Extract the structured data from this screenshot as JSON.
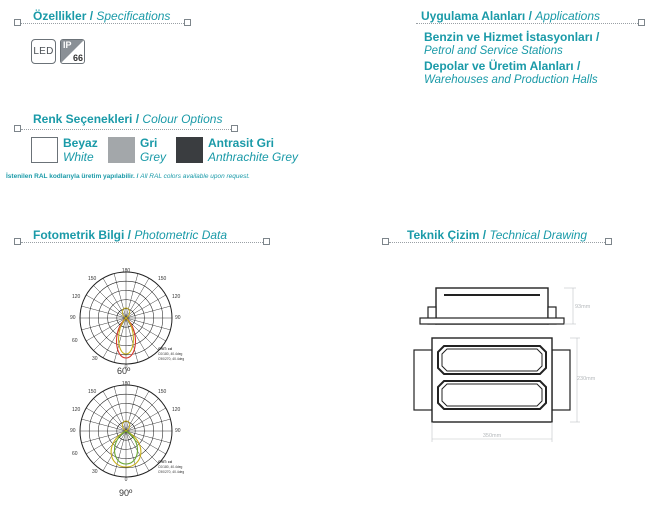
{
  "specs": {
    "title_tr": "Özellikler /",
    "title_en": "Specifications",
    "led_label": "LED",
    "ip_label": "IP",
    "ip_value": "66"
  },
  "applications": {
    "title_tr": "Uygulama Alanları /",
    "title_en": "Applications",
    "items": [
      {
        "tr": "Benzin ve Hizmet İstasyonları /",
        "en": "Petrol and Service Stations"
      },
      {
        "tr": "Depolar ve Üretim Alanları /",
        "en": "Warehouses and Production Halls"
      }
    ]
  },
  "colours": {
    "title_tr": "Renk Seçenekleri /",
    "title_en": "Colour Options",
    "options": [
      {
        "tr": "Beyaz",
        "en": "White",
        "hex": "#ffffff"
      },
      {
        "tr": "Gri",
        "en": "Grey",
        "hex": "#a3a7aa"
      },
      {
        "tr": "Antrasit Gri",
        "en": "Anthrachite Grey",
        "hex": "#3a3d40"
      }
    ],
    "note_tr": "İstenilen RAL kodlarıyla üretim yapılabilir. /",
    "note_en": "All RAL colors available upon request."
  },
  "photometric": {
    "title_tr": "Fotometrik Bilgi /",
    "title_en": "Photometric Data",
    "diagram1_label": "60º",
    "diagram2_label": "90º",
    "unit_label": "CRIT: cd",
    "legend_1": "C0/180, 40.4deg",
    "legend_2": "C90/270, 40.4deg",
    "angle_labels": [
      "0",
      "30",
      "60",
      "90",
      "120",
      "150",
      "180"
    ]
  },
  "technical": {
    "title_tr": "Teknik Çizim /",
    "title_en": "Technical Drawing",
    "height_dim": "93mm",
    "depth_dim": "230mm",
    "width_dim": "350mm"
  },
  "colors": {
    "accent": "#1a9aa8",
    "dotted": "#9aa0a5",
    "grey_badge": "#8a9096"
  }
}
